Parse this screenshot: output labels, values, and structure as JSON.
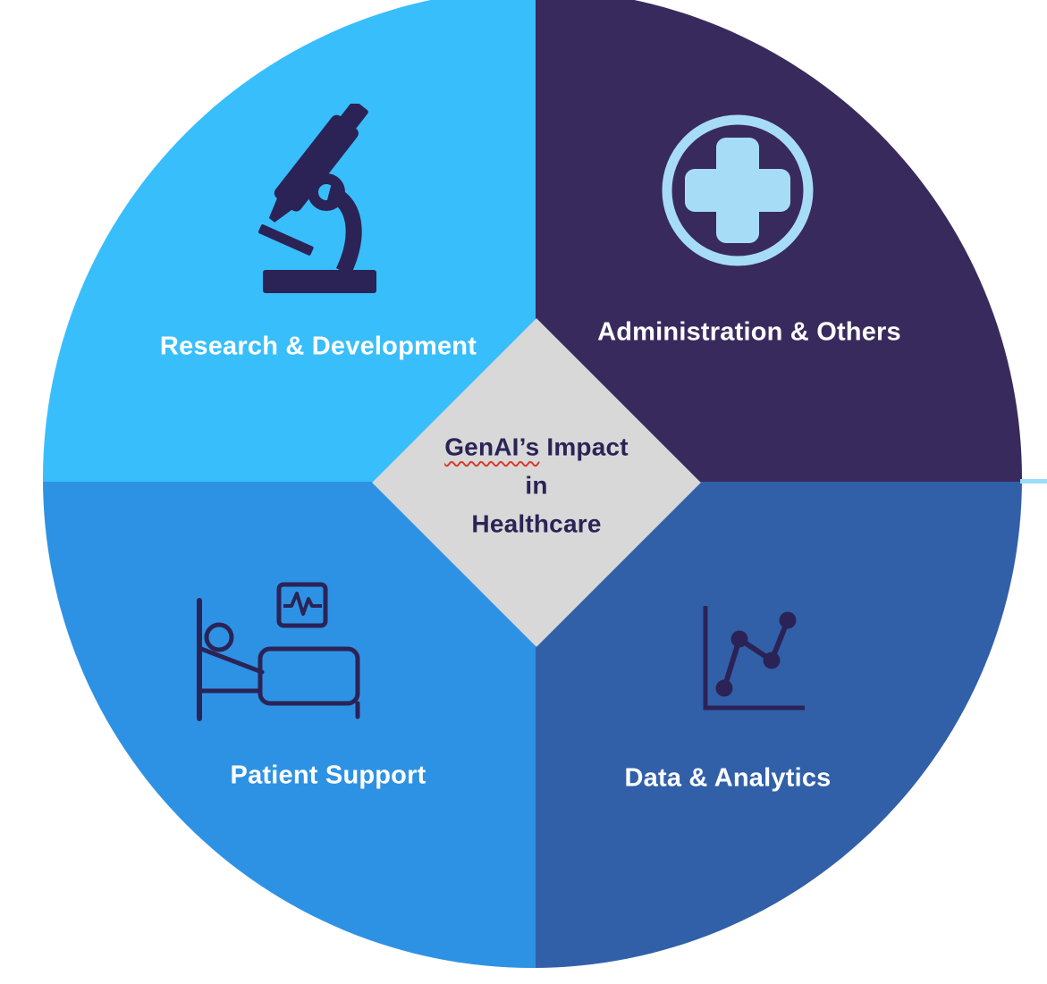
{
  "diagram": {
    "center": {
      "title_word_underlined": "GenAI’s",
      "title_rest": "Impact",
      "line2": "in",
      "line3": "Healthcare"
    },
    "quadrants": [
      {
        "position": "top-left",
        "label": "Research & Development",
        "color": "#38BEFB",
        "icon": "microscope-icon"
      },
      {
        "position": "top-right",
        "label": "Administration & Others",
        "color": "#392A5E",
        "icon": "medical-cross-icon"
      },
      {
        "position": "bottom-left",
        "label": "Patient Support",
        "color": "#2E92E4",
        "icon": "patient-bed-icon"
      },
      {
        "position": "bottom-right",
        "label": "Data & Analytics",
        "color": "#3160A9",
        "icon": "line-chart-icon"
      }
    ],
    "colors": {
      "diamond_bg": "#D8D8D8",
      "icon_stroke": "#2B2356",
      "cross_icon": "#A7DCF6",
      "label_text": "#FFFFFF",
      "center_text": "#2B2356",
      "spellcheck_underline": "#D83B2D",
      "right_tick": "#9BDDF8",
      "page_bg": "#FFFFFF"
    }
  }
}
